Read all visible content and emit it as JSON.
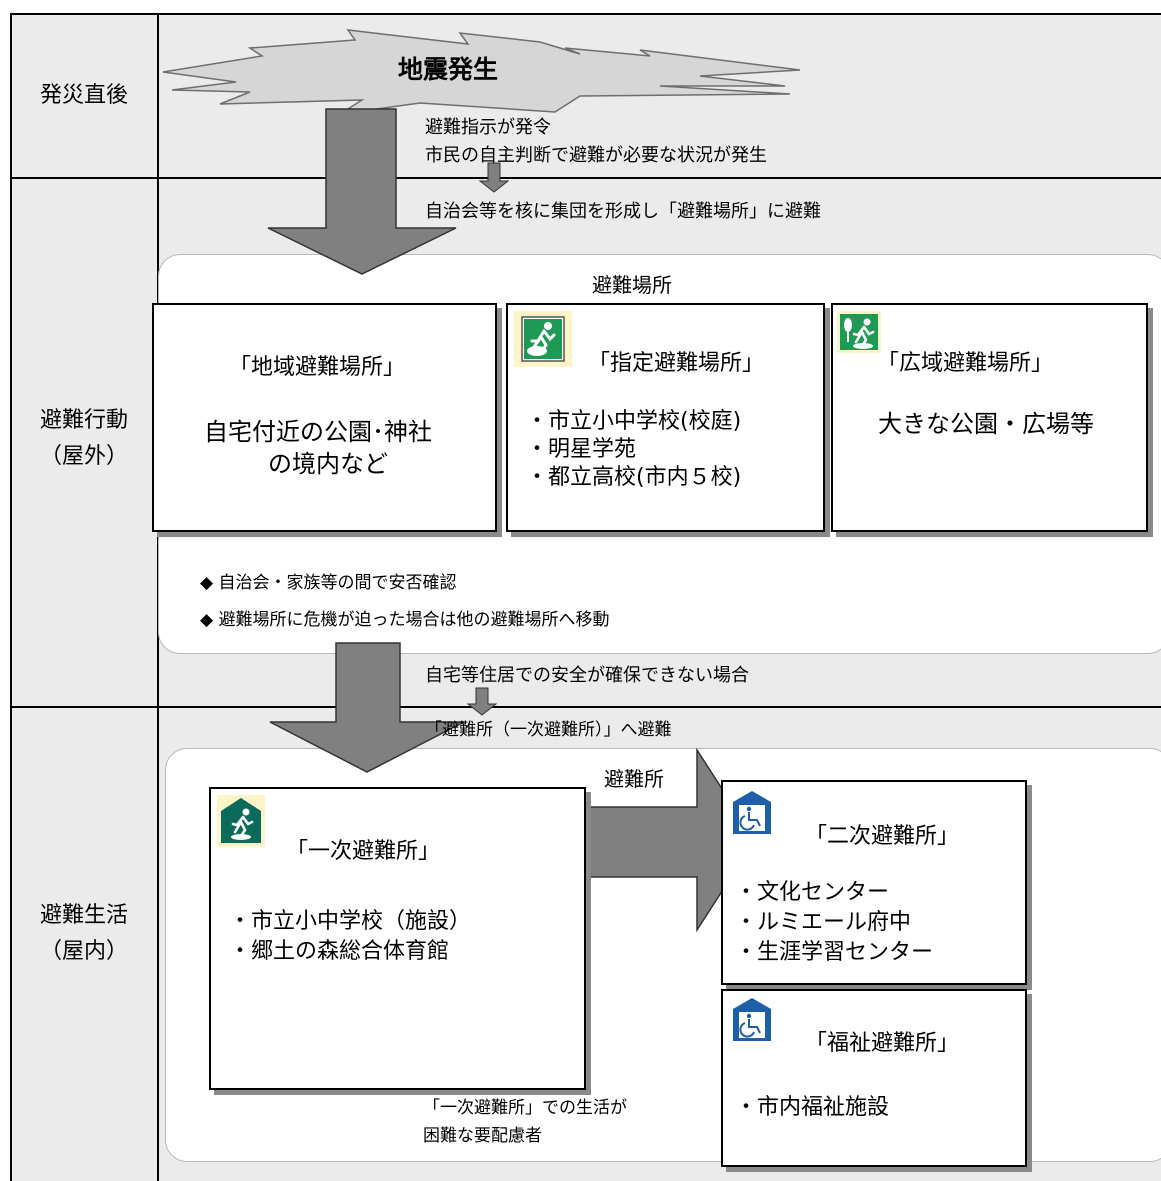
{
  "stages": {
    "immediate": "発災直後",
    "action_1": "避難行動",
    "action_2": "（屋外）",
    "life_1": "避難生活",
    "life_2": "（屋内）"
  },
  "banner": {
    "text": "地震発生"
  },
  "notes": {
    "order_issued": "避難指示が発令",
    "self_judgment": "市民の自主判断で避難が必要な状況が発生",
    "group_evacuate": "自治会等を核に集団を形成し「避難場所」に避難",
    "unsafe_home": "自宅等住居での安全が確保できない場合",
    "to_shelter": "「避難所（一次避難所）」へ避難",
    "difficult_1": "「一次避難所」での生活が",
    "difficult_2": "困難な要配慮者"
  },
  "evacuation_sites": {
    "title": "避難場所",
    "local": {
      "title": "「地域避難場所」",
      "line1": "自宅付近の公園･神社",
      "line2": "の境内など"
    },
    "designated": {
      "title": "「指定避難場所」",
      "items": [
        "・市立小中学校(校庭)",
        "・明星学苑",
        "・都立高校(市内５校)"
      ]
    },
    "wide": {
      "title": "「広域避難場所」",
      "line1": "大きな公園・広場等"
    },
    "bullets": [
      "◆ 自治会・家族等の間で安否確認",
      "◆ 避難場所に危機が迫った場合は他の避難場所へ移動"
    ]
  },
  "shelters": {
    "title": "避難所",
    "primary": {
      "title": "「一次避難所」",
      "items": [
        "・市立小中学校（施設）",
        "・郷土の森総合体育館"
      ]
    },
    "secondary": {
      "title": "「二次避難所」",
      "items": [
        "・文化センター",
        "・ルミエール府中",
        "・生涯学習センター"
      ]
    },
    "welfare": {
      "title": "「福祉避難所」",
      "items": [
        "・市内福祉施設"
      ]
    }
  },
  "icons": {
    "designated": "running-person-icon",
    "wide": "tree-running-person-icon",
    "primary": "shelter-running-person-icon",
    "secondary": "shelter-wheelchair-icon",
    "welfare": "shelter-wheelchair-icon"
  },
  "colors": {
    "background": "#ebebeb",
    "arrow": "#808080",
    "icon_green": "#1f9a55",
    "icon_teal": "#0b6b5a",
    "icon_blue": "#1f5ea8",
    "icon_highlight": "#fdf5c8"
  }
}
